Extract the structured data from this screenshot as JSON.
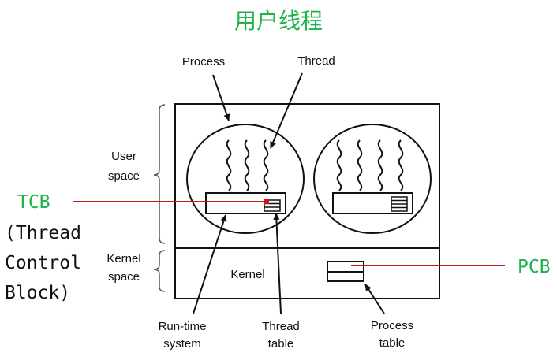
{
  "title": "用户线程",
  "labels": {
    "process": "Process",
    "thread": "Thread",
    "user_space": [
      "User",
      "space"
    ],
    "kernel_space": [
      "Kernel",
      "space"
    ],
    "kernel": "Kernel",
    "runtime_system": [
      "Run-time",
      "system"
    ],
    "thread_table": [
      "Thread",
      "table"
    ],
    "process_table": [
      "Process",
      "table"
    ]
  },
  "annotations": {
    "tcb": "TCB",
    "tcb_desc": [
      "(Thread",
      "Control",
      "Block)"
    ],
    "pcb": "PCB"
  },
  "colors": {
    "title": "#1db34a",
    "accent_line": "#d0121b"
  }
}
